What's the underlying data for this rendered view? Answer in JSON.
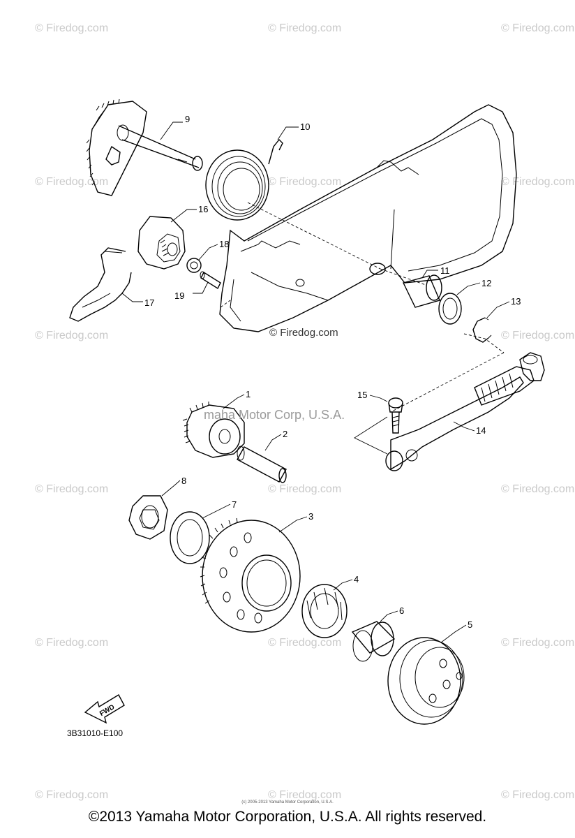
{
  "watermark": "© Firedog.com",
  "center_watermark": "© Firedog.com",
  "overlay_watermark": "maha Motor Corp, U.S.A.",
  "diagram_code": "3B31010-E100",
  "fwd_label": "FWD",
  "footer_small": "(c) 2005-2013 Yamaha Motor Corporation, U.S.A.",
  "footer": "©2013 Yamaha Motor Corporation, U.S.A. All rights reserved.",
  "callouts": [
    "1",
    "2",
    "3",
    "4",
    "5",
    "6",
    "7",
    "8",
    "9",
    "10",
    "11",
    "12",
    "13",
    "14",
    "15",
    "16",
    "17",
    "18",
    "19"
  ]
}
